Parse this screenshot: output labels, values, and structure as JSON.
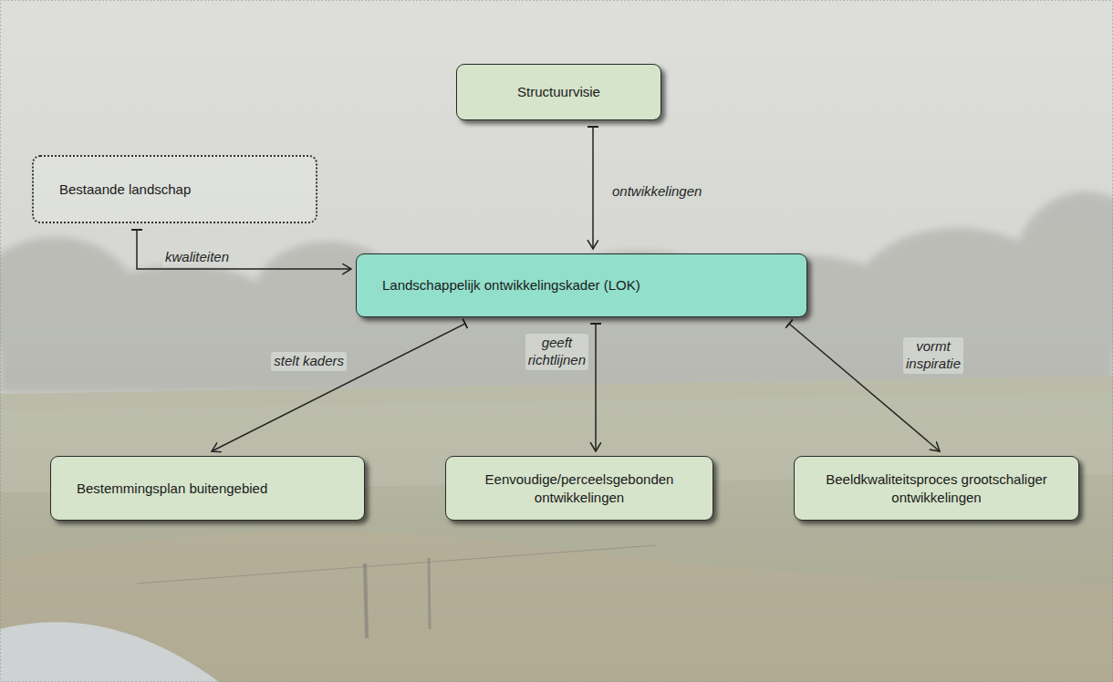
{
  "diagram": {
    "nodes": [
      {
        "text": [
          "Structuurvisie"
        ]
      },
      {
        "text": [
          "Bestaande landschap"
        ]
      },
      {
        "text": [
          "Landschappelijk ontwikkelingskader (LOK)"
        ]
      },
      {
        "text": [
          "Bestemmingsplan buitengebied"
        ]
      },
      {
        "text": [
          "Eenvoudige/perceelsgebonden ontwikkelingen"
        ]
      },
      {
        "text": [
          "Beeldkwaliteitsproces grootschaliger ontwikkelingen"
        ]
      }
    ],
    "edges": [
      {
        "from": 0,
        "to": 2,
        "arrow": "to",
        "label": "ontwikkelingen"
      },
      {
        "from": 1,
        "to": 2,
        "arrow": "to",
        "label": "kwaliteiten"
      },
      {
        "from": 2,
        "to": 3,
        "arrow": "to",
        "label": "stelt kaders"
      },
      {
        "from": 2,
        "to": 4,
        "arrow": "to",
        "label": "geeft richtlijnen"
      },
      {
        "from": 2,
        "to": 5,
        "arrow": "to",
        "label": "vormt inspiratie"
      }
    ]
  }
}
